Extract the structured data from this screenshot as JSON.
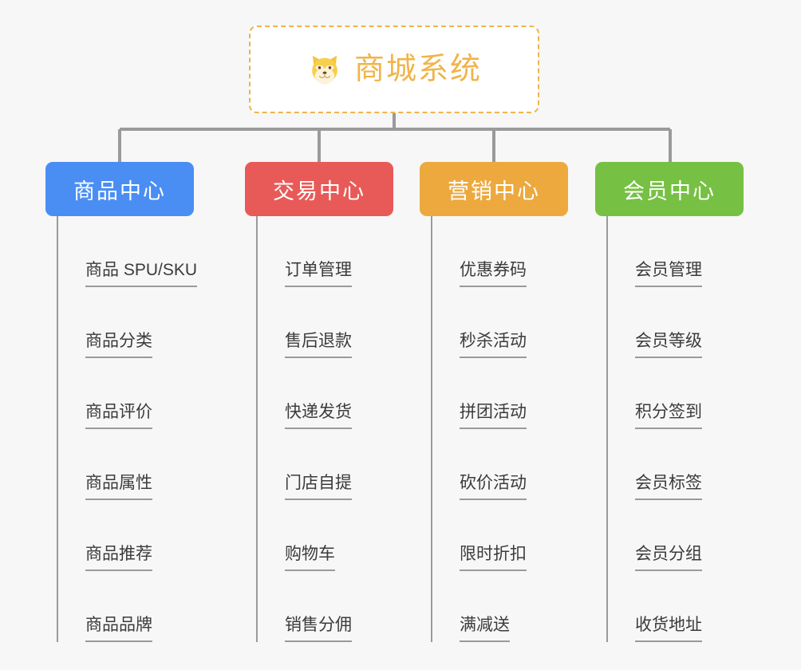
{
  "diagram": {
    "type": "mindmap",
    "background_color": "#f7f7f7",
    "root": {
      "title": "商城系统",
      "icon": "shiba-dog-face-icon",
      "text_color": "#f0b44a",
      "border_color": "#f0b44a",
      "background_color": "#ffffff"
    },
    "connector_color": "#9a9a9a",
    "branches": [
      {
        "label": "商品中心",
        "color": "#4a8ef4",
        "leaves": [
          "商品 SPU/SKU",
          "商品分类",
          "商品评价",
          "商品属性",
          "商品推荐",
          "商品品牌"
        ]
      },
      {
        "label": "交易中心",
        "color": "#e85a58",
        "leaves": [
          "订单管理",
          "售后退款",
          "快递发货",
          "门店自提",
          "购物车",
          "销售分佣"
        ]
      },
      {
        "label": "营销中心",
        "color": "#eda93e",
        "leaves": [
          "优惠券码",
          "秒杀活动",
          "拼团活动",
          "砍价活动",
          "限时折扣",
          "满减送"
        ]
      },
      {
        "label": "会员中心",
        "color": "#76c043",
        "leaves": [
          "会员管理",
          "会员等级",
          "积分签到",
          "会员标签",
          "会员分组",
          "收货地址"
        ]
      }
    ]
  }
}
